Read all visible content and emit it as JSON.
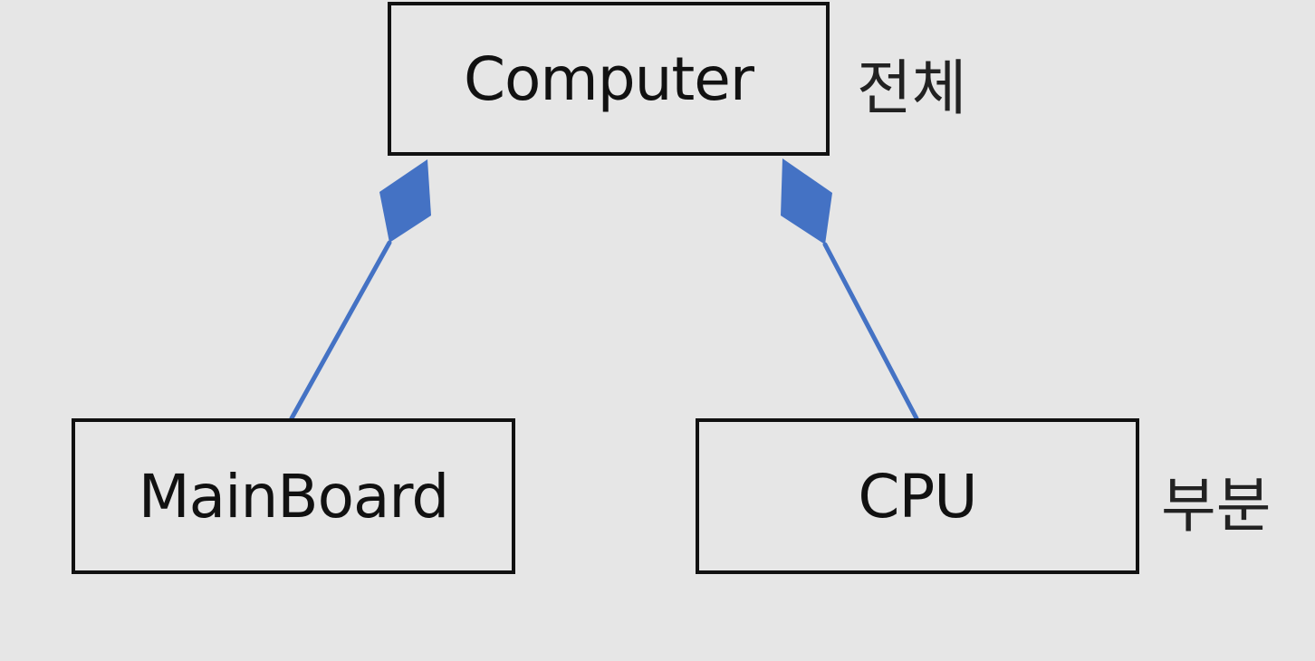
{
  "diagram": {
    "classes": {
      "whole": "Computer",
      "part_left": "MainBoard",
      "part_right": "CPU"
    },
    "notes": {
      "whole": "전체",
      "part": "부분"
    },
    "relationship": "composition",
    "colors": {
      "background": "#e6e6e6",
      "box_border": "#111111",
      "connector": "#4472c4"
    }
  }
}
